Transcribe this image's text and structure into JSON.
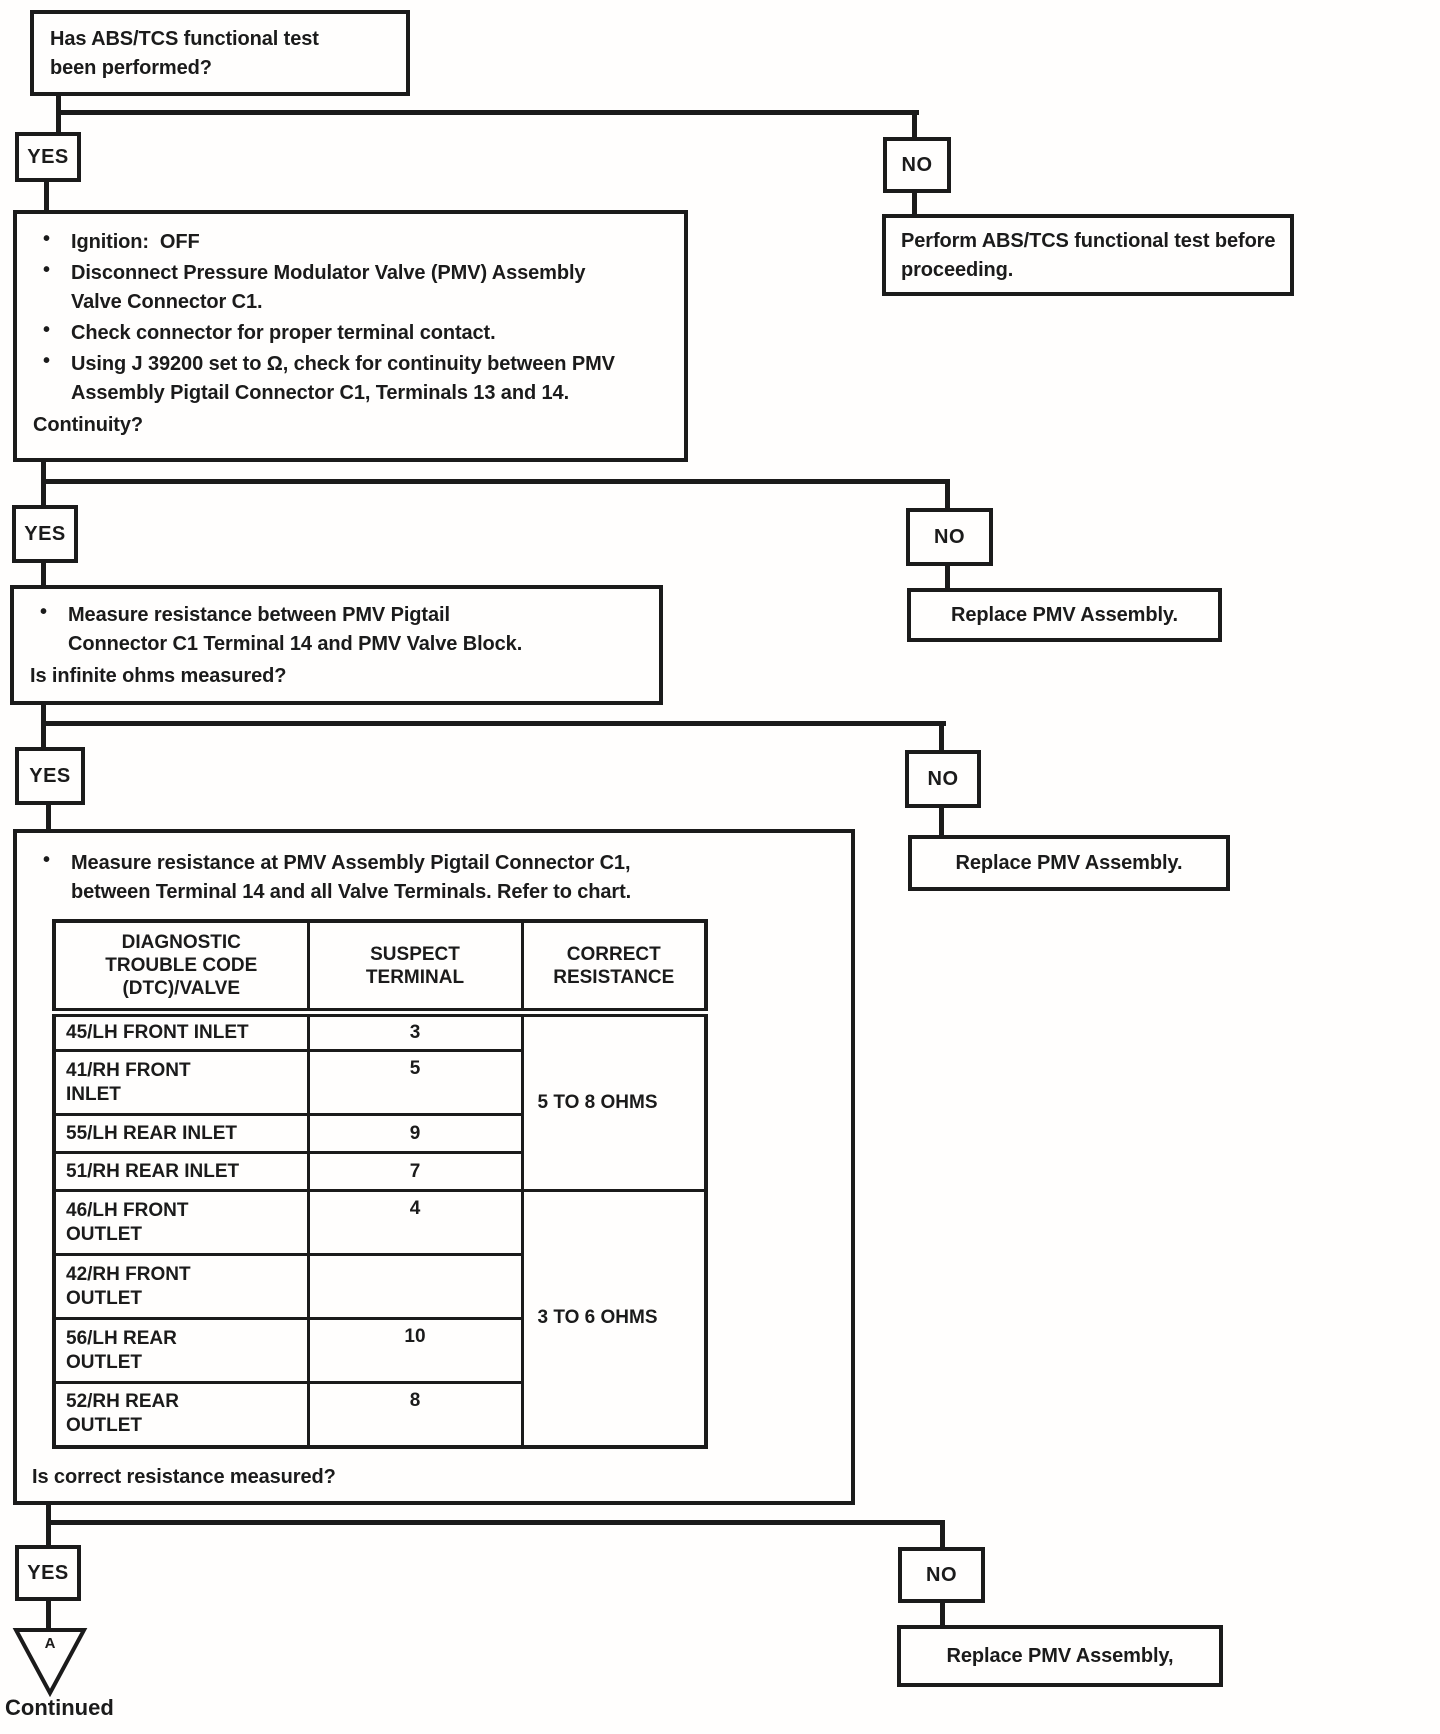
{
  "labels": {
    "yes": "YES",
    "no": "NO",
    "continued": "Continued",
    "connector_a": "A"
  },
  "nodes": {
    "q1": "Has ABS/TCS functional test\nbeen performed?",
    "perform_test": "Perform ABS/TCS functional test before\nproceeding.",
    "step1": {
      "bullets": [
        "Ignition:  OFF",
        "Disconnect Pressure Modulator Valve (PMV) Assembly\nValve Connector C1.",
        "Check connector for proper terminal contact.",
        "Using J 39200 set to Ω, check for continuity between PMV\nAssembly Pigtail Connector C1, Terminals 13 and 14."
      ],
      "question": "Continuity?"
    },
    "replace1": "Replace PMV Assembly.",
    "step2": {
      "bullet": "Measure resistance between PMV Pigtail\nConnector C1 Terminal 14 and PMV Valve Block.",
      "question": "Is infinite ohms measured?"
    },
    "replace2": "Replace PMV Assembly.",
    "step3": {
      "bullet": "Measure resistance at PMV Assembly Pigtail Connector C1,\nbetween Terminal 14 and all Valve Terminals. Refer to chart.",
      "question": "Is correct resistance measured?"
    },
    "replace3": "Replace PMV Assembly,"
  },
  "table": {
    "headers": [
      "DIAGNOSTIC\nTROUBLE CODE\n(DTC)/VALVE",
      "SUSPECT\nTERMINAL",
      "CORRECT\nRESISTANCE"
    ],
    "rows": [
      {
        "dtc": "45/LH FRONT INLET",
        "terminal": "3"
      },
      {
        "dtc": "41/RH FRONT\nINLET",
        "terminal": "5"
      },
      {
        "dtc": "55/LH REAR INLET",
        "terminal": "9"
      },
      {
        "dtc": "51/RH REAR INLET",
        "terminal": "7"
      },
      {
        "dtc": "46/LH FRONT\nOUTLET",
        "terminal": "4"
      },
      {
        "dtc": "42/RH FRONT\nOUTLET",
        "terminal": ""
      },
      {
        "dtc": "56/LH REAR\nOUTLET",
        "terminal": "10"
      },
      {
        "dtc": "52/RH REAR\nOUTLET",
        "terminal": "8"
      }
    ],
    "resistance_groups": [
      "5 TO 8 OHMS",
      "3 TO 6 OHMS"
    ]
  }
}
